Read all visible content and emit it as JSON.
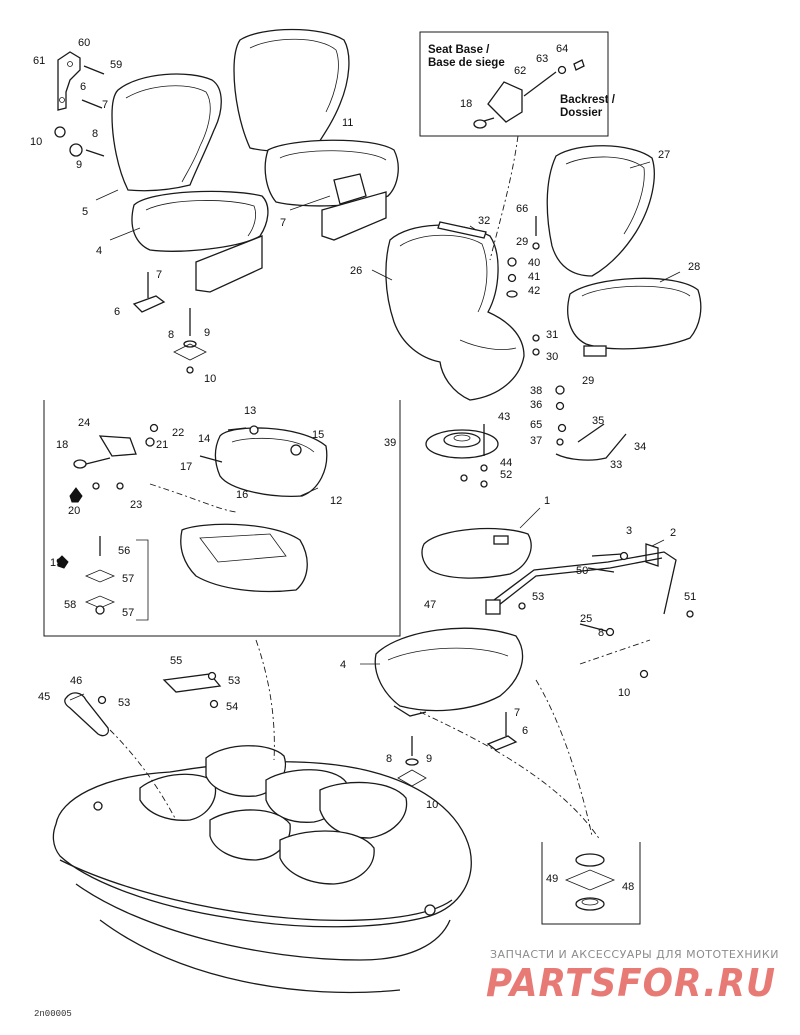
{
  "diagram": {
    "code": "2n00005",
    "seat_base_label": "Seat Base /\nBase de siege",
    "backrest_label": "Backrest /\nDossier",
    "callouts": {
      "c1": "1",
      "c2": "2",
      "c3": "3",
      "c4a": "4",
      "c4b": "4",
      "c5": "5",
      "c6a": "6",
      "c6b": "6",
      "c6c": "6",
      "c7a": "7",
      "c7b": "7",
      "c7c": "7",
      "c7d": "7",
      "c8a": "8",
      "c8b": "8",
      "c8c": "8",
      "c8d": "8",
      "c9a": "9",
      "c9b": "9",
      "c9c": "9",
      "c10a": "10",
      "c10b": "10",
      "c10c": "10",
      "c10d": "10",
      "c11": "11",
      "c12": "12",
      "c13": "13",
      "c14": "14",
      "c15": "15",
      "c16": "16",
      "c17": "17",
      "c18a": "18",
      "c18b": "18",
      "c19": "19",
      "c20": "20",
      "c21": "21",
      "c22": "22",
      "c23": "23",
      "c24": "24",
      "c25": "25",
      "c26": "26",
      "c27": "27",
      "c28": "28",
      "c29a": "29",
      "c29b": "29",
      "c30": "30",
      "c31": "31",
      "c32": "32",
      "c33": "33",
      "c34": "34",
      "c35": "35",
      "c36": "36",
      "c37": "37",
      "c38": "38",
      "c39": "39",
      "c40": "40",
      "c41": "41",
      "c42": "42",
      "c43": "43",
      "c44": "44",
      "c45": "45",
      "c46": "46",
      "c47": "47",
      "c48": "48",
      "c49": "49",
      "c50": "50",
      "c51": "51",
      "c52": "52",
      "c53a": "53",
      "c53b": "53",
      "c53c": "53",
      "c54": "54",
      "c55": "55",
      "c56": "56",
      "c57a": "57",
      "c57b": "57",
      "c58": "58",
      "c59": "59",
      "c60": "60",
      "c61": "61",
      "c62": "62",
      "c63": "63",
      "c64": "64",
      "c65": "65",
      "c66": "66"
    }
  },
  "watermark": {
    "tagline": "ЗАПЧАСТИ И АКСЕССУАРЫ ДЛЯ МОТОТЕХНИКИ",
    "logo": "PARTSFOR.RU",
    "color": "#e87a76"
  }
}
